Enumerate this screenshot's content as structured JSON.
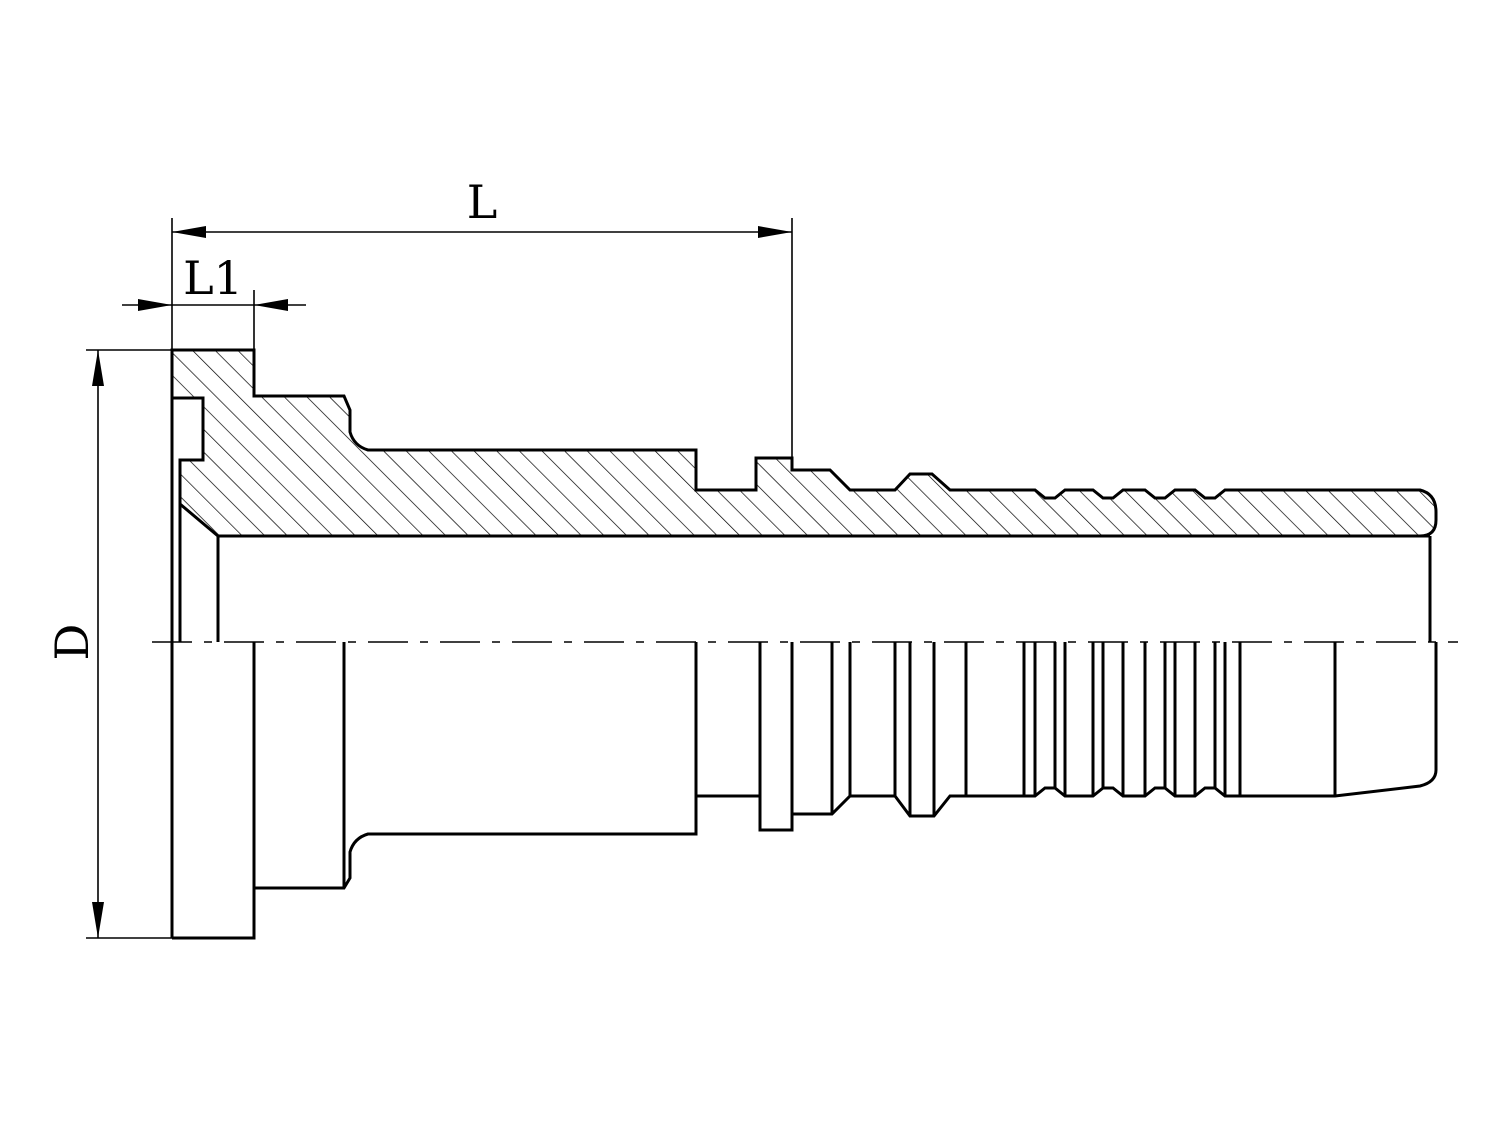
{
  "drawing": {
    "dimensions": {
      "overall_length_label": "L",
      "flange_length_label": "L1",
      "flange_diameter_label": "D"
    }
  }
}
